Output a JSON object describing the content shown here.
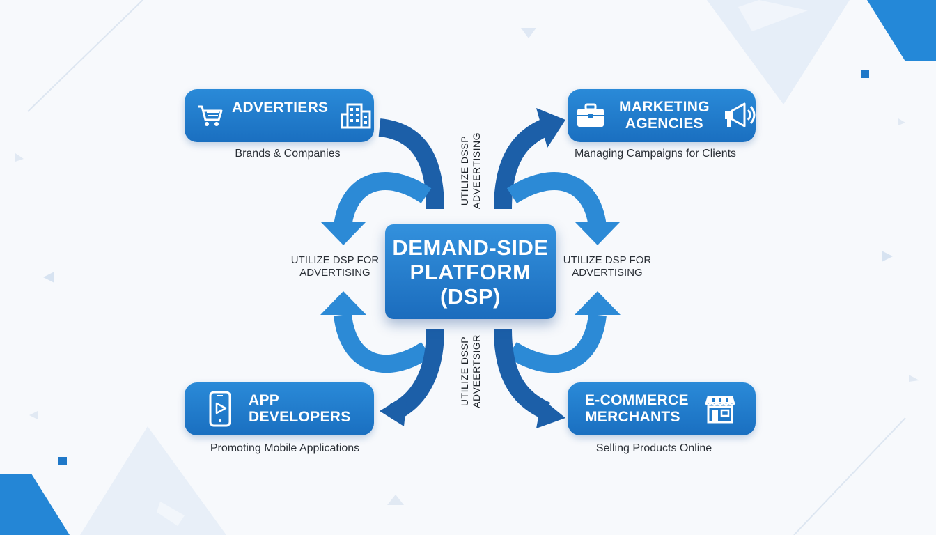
{
  "diagram": {
    "center": {
      "title": "DEMAND-SIDE\nPLATFORM\n(DSP)"
    },
    "nodes": [
      {
        "id": "advertisers",
        "title": "ADVERTIERS",
        "caption": "Brands & Companies",
        "icons": [
          "shopping-cart-icon",
          "office-building-icon"
        ]
      },
      {
        "id": "marketing-agencies",
        "title": "MARKETING\nAGENCIES",
        "caption": "Managing Campaigns for Clients",
        "icons": [
          "briefcase-icon",
          "megaphone-icon"
        ]
      },
      {
        "id": "app-developers",
        "title": "APP\nDEVELOPERS",
        "caption": "Promoting Mobile Applications",
        "icons": [
          "smartphone-play-icon"
        ]
      },
      {
        "id": "ecommerce-merchants",
        "title": "E-COMMERCE\nMERCHANTS",
        "caption": "Selling Products Online",
        "icons": [
          "storefront-icon"
        ]
      }
    ],
    "edge_labels": {
      "left": "UTILIZE DSP FOR\nADVERTISING",
      "right": "UTILIZE DSP FOR\nADVERTISING",
      "top_vertical": "UTILIZE DSSP\nADVEERTISING",
      "bottom_vertical": "UTILIZE DSSP\nADVEERTSIGR"
    },
    "colors": {
      "node_fill": "#1f7bcc",
      "arrow_dark": "#1c5fa8",
      "arrow_light": "#2c8ad6",
      "background": "#f7f9fc"
    }
  }
}
